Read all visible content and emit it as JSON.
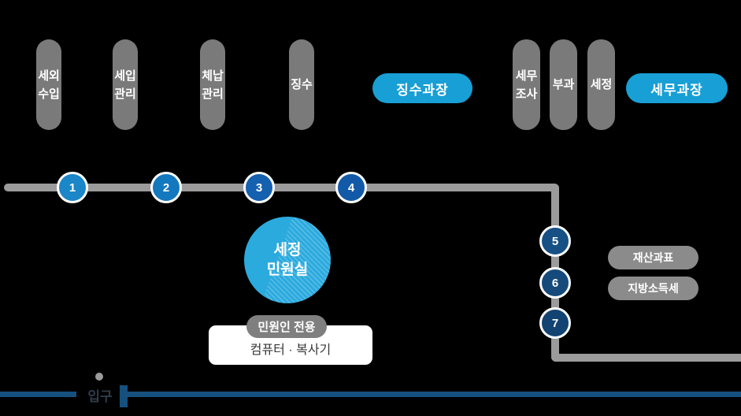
{
  "palette": {
    "background": "#000000",
    "station_pill_gray": "#7a7a7a",
    "info_pill_gray": "#8b8b8b",
    "route_path_gray": "#9b9b9b",
    "chief_pill_blue": "#189fd5",
    "service_room_blue": "#2baade",
    "entrance_line_navy": "#15507f",
    "entrance_text": "#2f3c49",
    "counter_box_white": "#ffffff"
  },
  "stations": [
    {
      "lines": [
        "세외",
        "수입"
      ]
    },
    {
      "lines": [
        "세입",
        "관리"
      ]
    },
    {
      "lines": [
        "체납",
        "관리"
      ]
    },
    {
      "lines": [
        "징수"
      ]
    },
    {
      "lines": [
        "세무",
        "조사"
      ]
    },
    {
      "lines": [
        "부과"
      ]
    },
    {
      "lines": [
        "세정"
      ]
    }
  ],
  "chiefs": [
    {
      "label": "징수과장"
    },
    {
      "label": "세무과장"
    }
  ],
  "route": {
    "stops": [
      {
        "number": "1",
        "color": "#1b86c8"
      },
      {
        "number": "2",
        "color": "#1478be"
      },
      {
        "number": "3",
        "color": "#1560af"
      },
      {
        "number": "4",
        "color": "#125aa8"
      },
      {
        "number": "5",
        "color": "#165084"
      },
      {
        "number": "6",
        "color": "#154a7b"
      },
      {
        "number": "7",
        "color": "#134372"
      }
    ]
  },
  "service_room": {
    "lines": [
      "세정",
      "민원실"
    ]
  },
  "counter": {
    "tag": "민원인 전용",
    "label": "컴퓨터 · 복사기"
  },
  "tax_pills": [
    {
      "label": "재산과표"
    },
    {
      "label": "지방소득세"
    }
  ],
  "entrance": {
    "label": "입구"
  }
}
